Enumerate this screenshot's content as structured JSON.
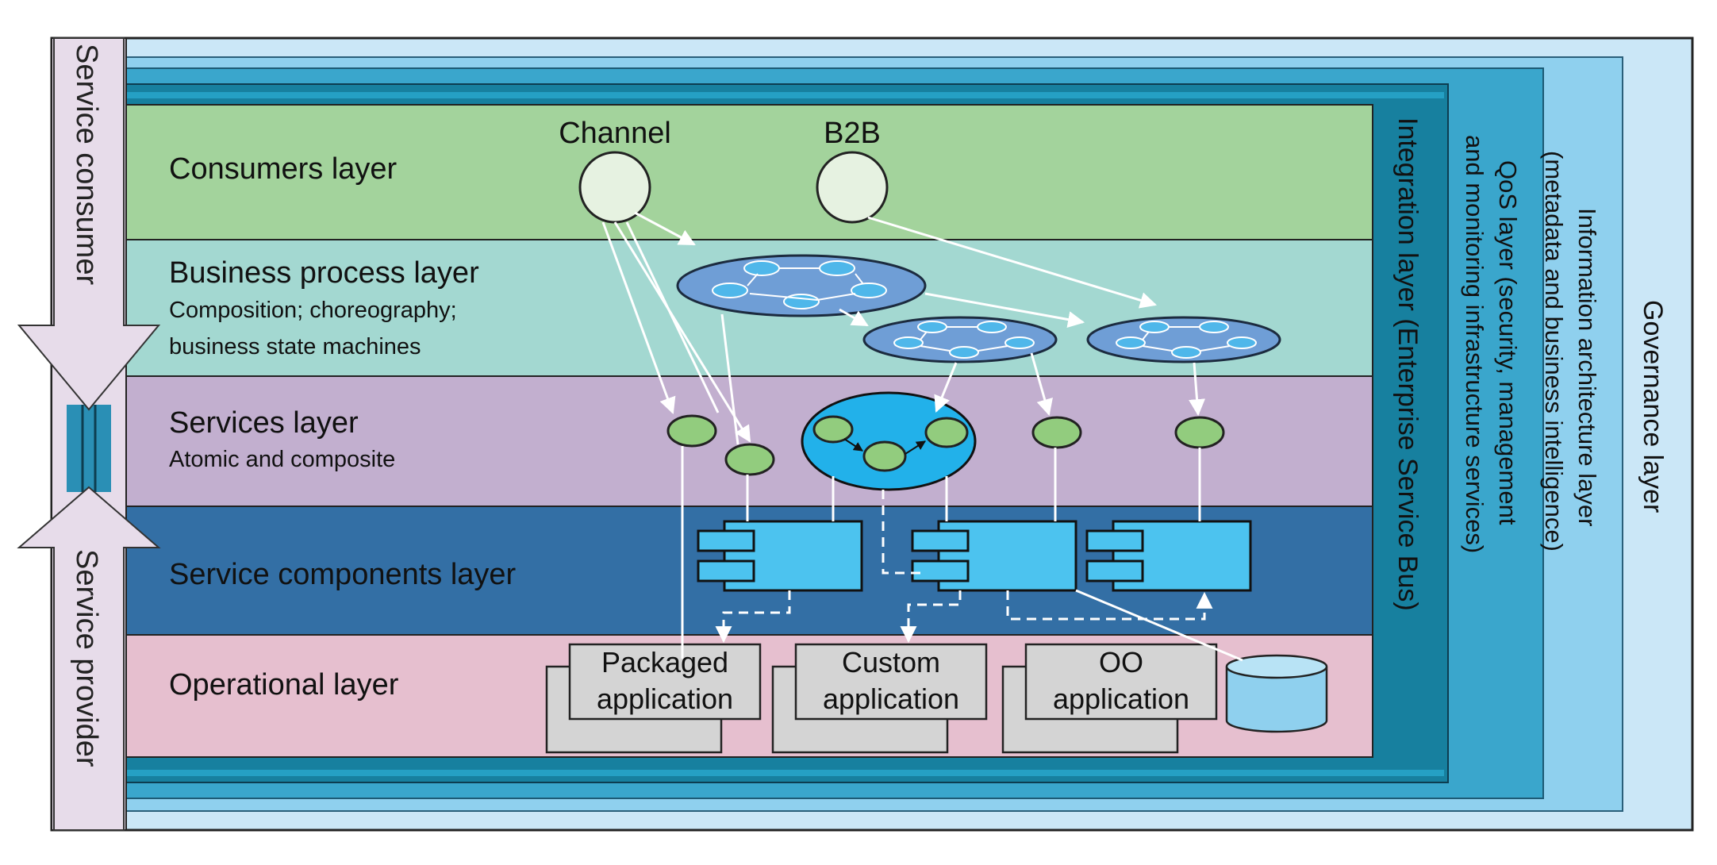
{
  "side": {
    "consumer": "Service consumer",
    "provider": "Service provider"
  },
  "layers": {
    "consumers": {
      "title": "Consumers layer"
    },
    "business": {
      "title": "Business process layer",
      "line1": "Composition; choreography;",
      "line2": "business state machines"
    },
    "services": {
      "title": "Services layer",
      "subtitle": "Atomic and composite"
    },
    "components": {
      "title": "Service components layer"
    },
    "operational": {
      "title": "Operational layer"
    }
  },
  "consumers": {
    "channel": "Channel",
    "b2b": "B2B"
  },
  "apps": {
    "packaged": {
      "line1": "Packaged",
      "line2": "application"
    },
    "custom": {
      "line1": "Custom",
      "line2": "application"
    },
    "oo": {
      "line1": "OO",
      "line2": "application"
    }
  },
  "vertical": {
    "integration": "Integration layer (Enterprise Service Bus)",
    "qos_line1": "QoS layer (security, management",
    "qos_line2": "and monitoring infrastructure services)",
    "info_line1": "Information architecture layer",
    "info_line2": "(metadata and business intelligence)",
    "governance": "Governance layer"
  },
  "colors": {
    "governance": "#cbe7f7",
    "information": "#8fd0ee",
    "qos": "#3aa6cc",
    "integration": "#17809f",
    "consumers_layer": "#a3d39c",
    "business_layer": "#a3d8d1",
    "services_layer": "#c2afcf",
    "components_layer": "#336fa5",
    "operational_layer": "#e6bfcf",
    "side_arrows": "#e7dcea",
    "component_fill": "#4cc3ef",
    "consumer_circle": "#e6f2e1",
    "atomic_service": "#92cc7e",
    "app_box": "#d4d4d4"
  }
}
